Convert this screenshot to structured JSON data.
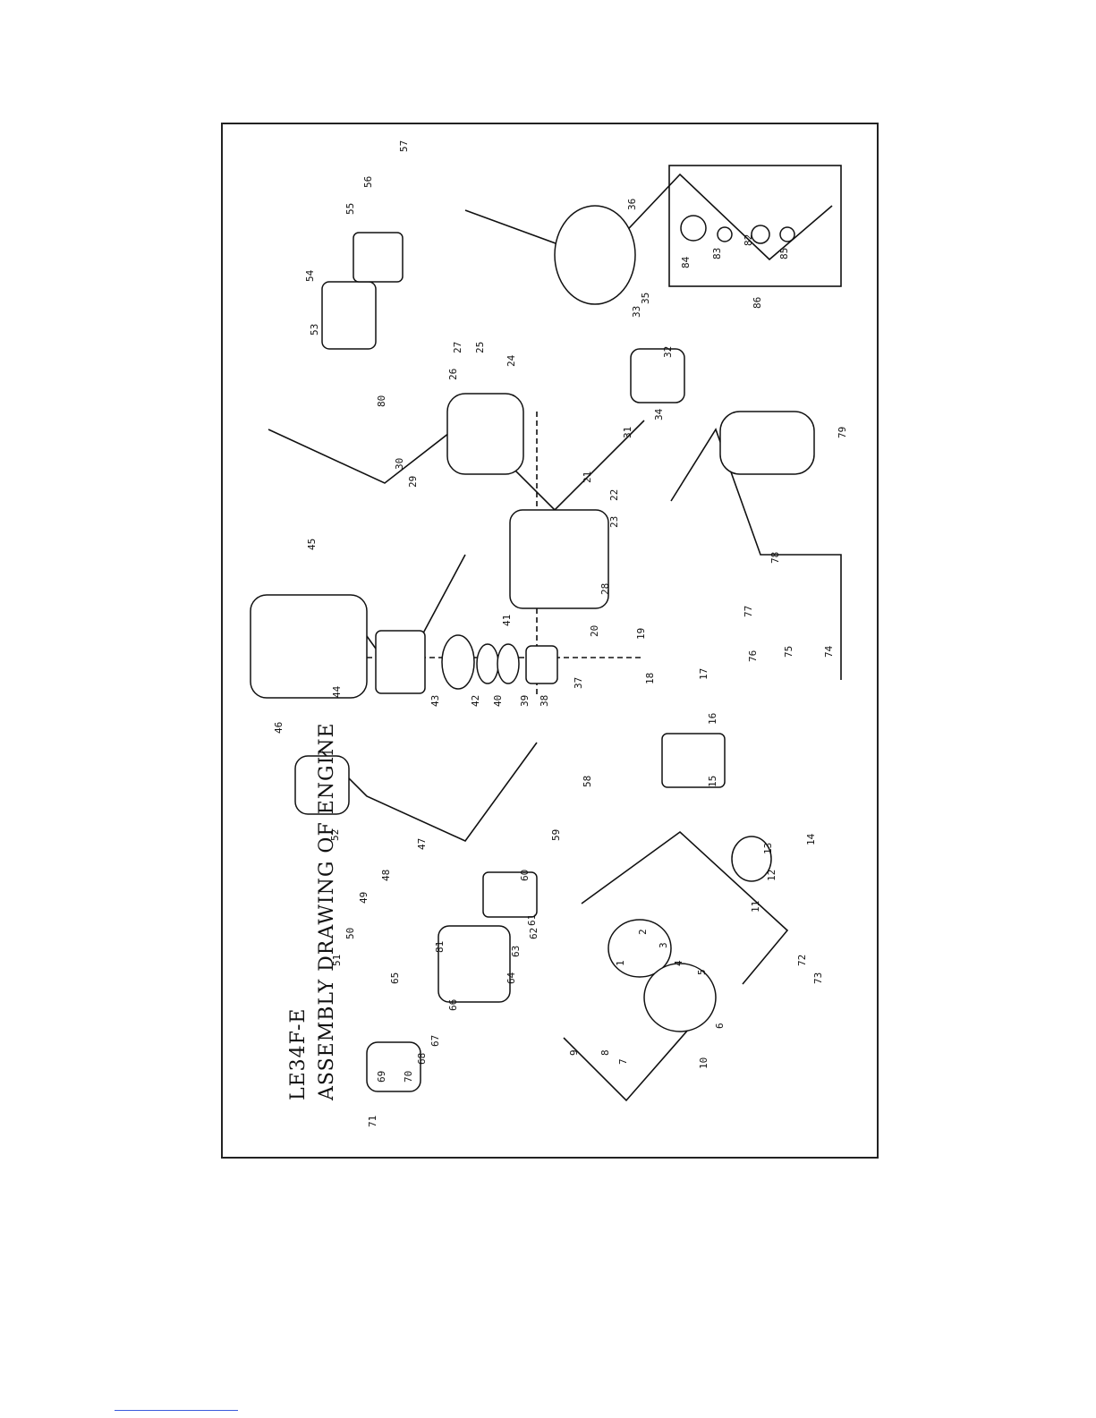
{
  "drawing": {
    "model": "LE34F-E",
    "title": "ASSEMBLY DRAWING OF ENGINE"
  },
  "callouts": [
    "1",
    "2",
    "3",
    "4",
    "5",
    "6",
    "7",
    "8",
    "9",
    "10",
    "11",
    "12",
    "13",
    "14",
    "15",
    "16",
    "17",
    "18",
    "19",
    "20",
    "21",
    "22",
    "23",
    "24",
    "25",
    "26",
    "27",
    "28",
    "29",
    "30",
    "31",
    "32",
    "33",
    "34",
    "35",
    "36",
    "37",
    "38",
    "39",
    "40",
    "41",
    "42",
    "43",
    "44",
    "45",
    "46",
    "47",
    "48",
    "49",
    "50",
    "51",
    "52",
    "53",
    "54",
    "55",
    "56",
    "57",
    "58",
    "59",
    "60",
    "61",
    "62",
    "63",
    "64",
    "65",
    "66",
    "67",
    "68",
    "69",
    "70",
    "71",
    "72",
    "73",
    "74",
    "75",
    "76",
    "77",
    "78",
    "79",
    "80",
    "81",
    "82",
    "83",
    "84",
    "85",
    "86"
  ],
  "colors": {
    "ink": "#111111",
    "link": "#3b5bdb"
  }
}
